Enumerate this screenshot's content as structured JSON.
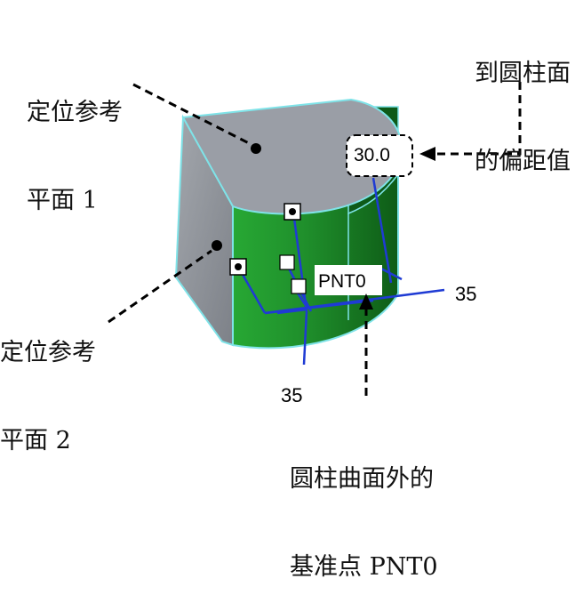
{
  "labels": {
    "ref_plane_1": [
      "定位参考",
      "平面 1"
    ],
    "ref_plane_2": [
      "定位参考",
      "平面 2"
    ],
    "offset_to_cylinder": [
      "到圆柱面",
      "的偏距值"
    ],
    "datum_point": [
      "圆柱曲面外的",
      "基准点 PNT0"
    ]
  },
  "model": {
    "offset_value": "30.0",
    "point_tag": "PNT0",
    "dimension_right": "35",
    "dimension_bottom": "35"
  },
  "colors": {
    "top_face": "#9a9ea6",
    "side_face": "#8d9198",
    "cylinder": "#228b22",
    "edge": "#7fe3e8",
    "dimension": "#1f3bd4"
  }
}
